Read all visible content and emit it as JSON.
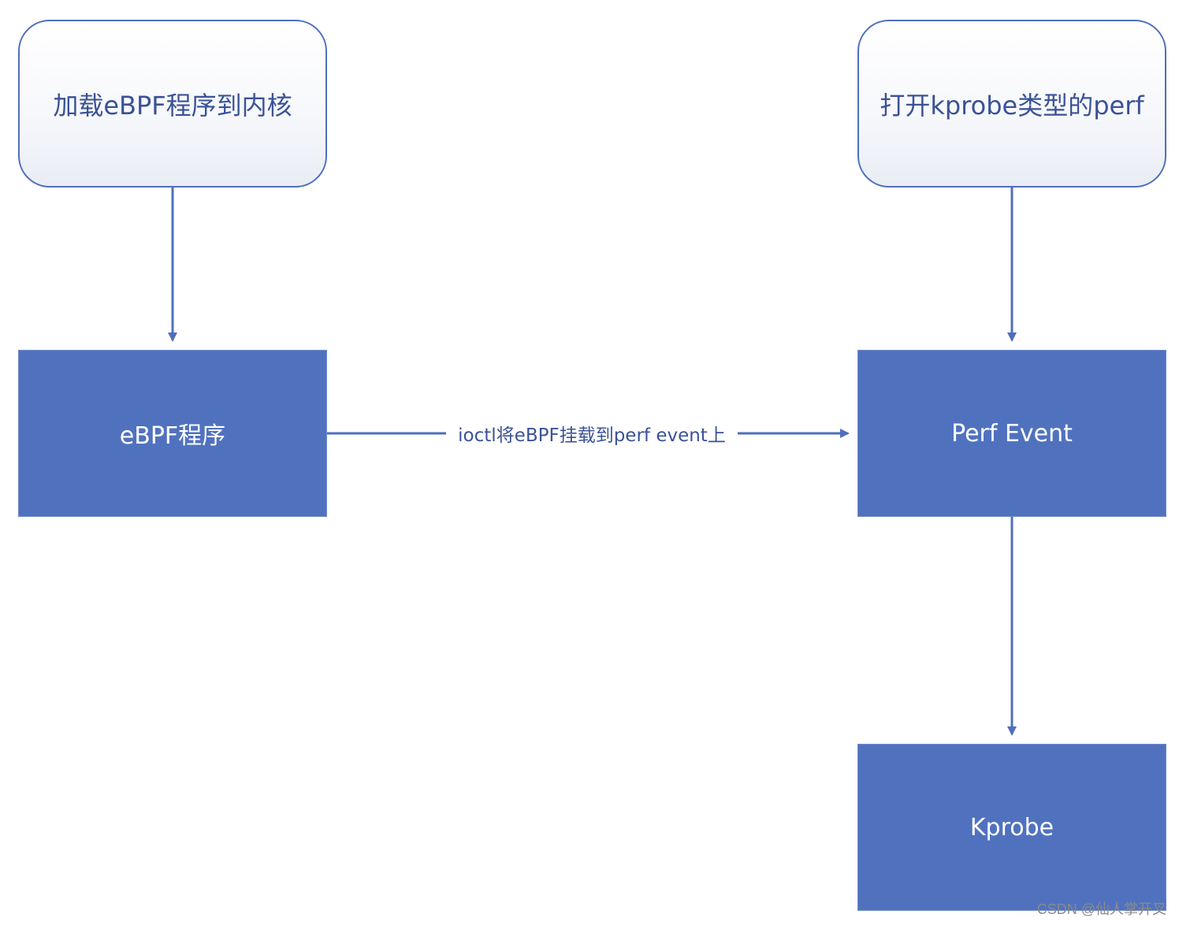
{
  "nodes": {
    "load": "加载eBPF程序到内核",
    "open": "打开kprobe类型的perf",
    "ebpf": "eBPF程序",
    "perf": "Perf Event",
    "kprobe": "Kprobe"
  },
  "edges": {
    "attach_label": "ioctl将eBPF挂载到perf event上"
  },
  "watermark": "CSDN @仙人掌开叉",
  "colors": {
    "node_fill": "#5072be",
    "line": "#4f6fbd",
    "text": "#3a5296"
  }
}
